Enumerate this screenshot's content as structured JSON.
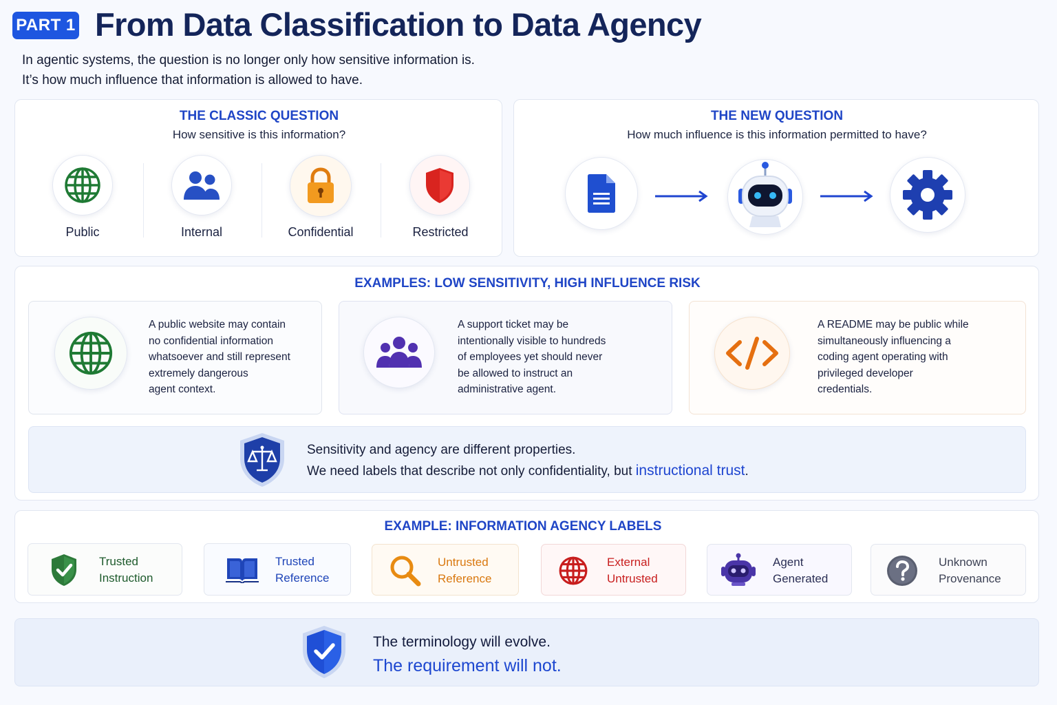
{
  "header": {
    "badge": "PART 1",
    "title": "From Data Classification to Data Agency",
    "intro_line1": "In agentic systems, the question is no longer only how sensitive information is.",
    "intro_line2": "It’s how much influence that information is allowed to have."
  },
  "classic": {
    "title": "THE CLASSIC QUESTION",
    "subtitle": "How sensitive is this information?",
    "levels": [
      {
        "label": "Public",
        "icon": "globe-icon",
        "color": "#1f7a34"
      },
      {
        "label": "Internal",
        "icon": "users-icon",
        "color": "#2750c4"
      },
      {
        "label": "Confidential",
        "icon": "lock-icon",
        "color": "#f08a1c"
      },
      {
        "label": "Restricted",
        "icon": "shield-icon",
        "color": "#d9241f"
      }
    ]
  },
  "new_question": {
    "title": "THE NEW QUESTION",
    "subtitle": "How much influence is this information permitted to have?",
    "flow_icons": [
      "document-icon",
      "arrow-right-icon",
      "robot-icon",
      "arrow-right-icon",
      "gear-icon"
    ]
  },
  "examples": {
    "title": "EXAMPLES: LOW SENSITIVITY, HIGH INFLUENCE RISK",
    "cards": [
      {
        "icon": "globe-icon",
        "lines": [
          "A public website may contain",
          "no confidential information",
          "whatsoever and still represent",
          "extremely dangerous",
          "agent context."
        ]
      },
      {
        "icon": "group-icon",
        "lines": [
          "A support ticket may be",
          "intentionally visible to hundreds",
          "of employees yet should never",
          "be allowed to instruct an",
          "administrative agent."
        ]
      },
      {
        "icon": "code-icon",
        "lines": [
          "A README may be public while",
          "simultaneously influencing a",
          "coding agent operating with",
          "privileged developer",
          "credentials."
        ]
      }
    ]
  },
  "callout": {
    "line1": "Sensitivity and agency are different properties.",
    "line2_prefix": "We need labels that describe not only confidentiality, but",
    "line2_highlight": "instructional trust",
    "line2_suffix": "."
  },
  "labels": {
    "title": "EXAMPLE: INFORMATION AGENCY LABELS",
    "items": [
      {
        "icon": "shield-check-icon",
        "line1": "Trusted",
        "line2": "Instruction",
        "color": "#1d5a2c"
      },
      {
        "icon": "book-icon",
        "line1": "Trusted",
        "line2": "Reference",
        "color": "#1f45b8"
      },
      {
        "icon": "magnifier-icon",
        "line1": "Untrusted",
        "line2": "Reference",
        "color": "#d9780f"
      },
      {
        "icon": "globe-red-icon",
        "line1": "External",
        "line2": "Untrusted",
        "color": "#c81e1e"
      },
      {
        "icon": "robot-purple-icon",
        "line1": "Agent",
        "line2": "Generated",
        "color": "#3b2d8a"
      },
      {
        "icon": "question-icon",
        "line1": "Unknown",
        "line2": "Provenance",
        "color": "#3d4255"
      }
    ]
  },
  "footer": {
    "line1": "The terminology will evolve.",
    "line2": "The requirement will not."
  }
}
